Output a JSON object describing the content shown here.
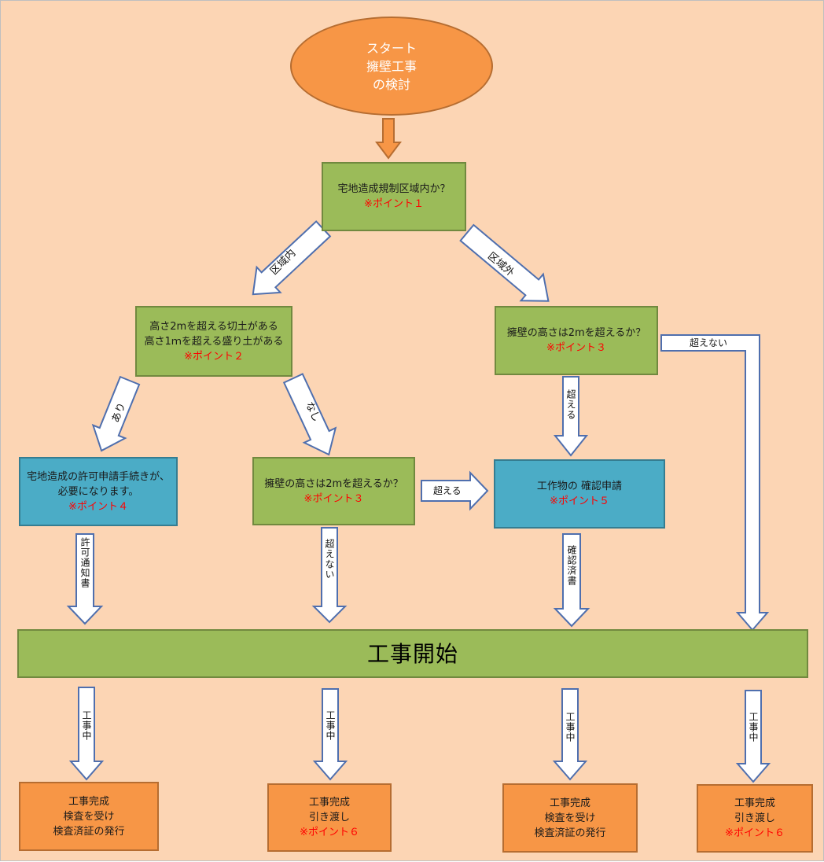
{
  "start": {
    "line1": "スタート",
    "line2": "擁壁工事",
    "line3": "の検討"
  },
  "q_region": {
    "text": "宅地造成規制区域内か？",
    "point": "※ポイント１"
  },
  "edge_inside": "区域内",
  "edge_outside": "区域外",
  "q_cut_fill": {
    "line1": "高さ2mを超える切土がある",
    "line2": "高さ1ｍを超える盛り土がある",
    "point": "※ポイント２"
  },
  "q_wall_height_right": {
    "text": "擁壁の高さは2mを超えるか？",
    "point": "※ポイント３"
  },
  "edge_not_exceed_right": "超えない",
  "edge_yes": "あり",
  "edge_no": "なし",
  "edge_exceed_down": "超える",
  "permit": {
    "line1": "宅地造成の許可申請手続きが、",
    "line2": "必要になります。",
    "point": "※ポイント４"
  },
  "q_wall_height_mid": {
    "text": "擁壁の高さは2mを超えるか？",
    "point": "※ポイント３"
  },
  "edge_exceed_right": "超える",
  "confirm": {
    "text": "工作物の 確認申請",
    "point": "※ポイント５"
  },
  "edge_permit_notice": "許可通知書",
  "edge_not_exceed_mid": "超えない",
  "edge_confirmed": "確認済書",
  "construction_start": "工事開始",
  "edge_in_progress": "工事中",
  "end1": {
    "line1": "工事完成",
    "line2": "検査を受け",
    "line3": "検査済証の発行"
  },
  "end2": {
    "line1": "工事完成",
    "line2": "引き渡し",
    "point": "※ポイント６"
  },
  "end3": {
    "line1": "工事完成",
    "line2": "検査を受け",
    "line3": "検査済証の発行"
  },
  "end4": {
    "line1": "工事完成",
    "line2": "引き渡し",
    "point": "※ポイント６"
  },
  "colors": {
    "background": "#fcd5b4",
    "green": "#9bbb59",
    "blue": "#4bacc6",
    "orange": "#f79646",
    "point_red": "#ff0000",
    "arrow_outline": "#4f6fae"
  }
}
